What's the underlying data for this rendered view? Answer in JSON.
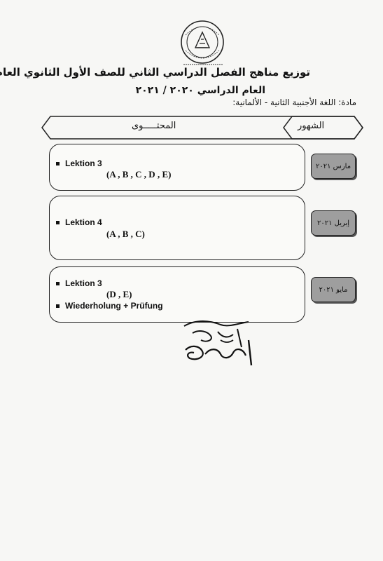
{
  "document": {
    "title": "توزيع مناهج الفصل الدراسي الثاني للصف الأول الثانوي العام",
    "academic_year": "العام الدراسي ٢٠٢٠ / ٢٠٢١",
    "subject": "مادة: اللغة الأجنبية الثانية - الألمانية:"
  },
  "table": {
    "header_months": "الشهور",
    "header_content": "المحتـــــوى",
    "rows": [
      {
        "month": "مارس ٢٠٢١",
        "items": [
          {
            "lektion": "Lektion 3",
            "letters": "(A , B , C , D , E)"
          }
        ]
      },
      {
        "month": "إبريل ٢٠٢١",
        "items": [
          {
            "lektion": "Lektion 4",
            "letters": "(A , B , C)"
          }
        ]
      },
      {
        "month": "مايو ٢٠٢١",
        "items": [
          {
            "lektion": "Lektion 3",
            "letters": "(D , E)"
          },
          {
            "lektion": "Wiederholung + Prüfung"
          }
        ]
      }
    ]
  },
  "colors": {
    "month_tab": "#9e9e9e",
    "paper": "#f7f7f5",
    "ink": "#111111"
  }
}
